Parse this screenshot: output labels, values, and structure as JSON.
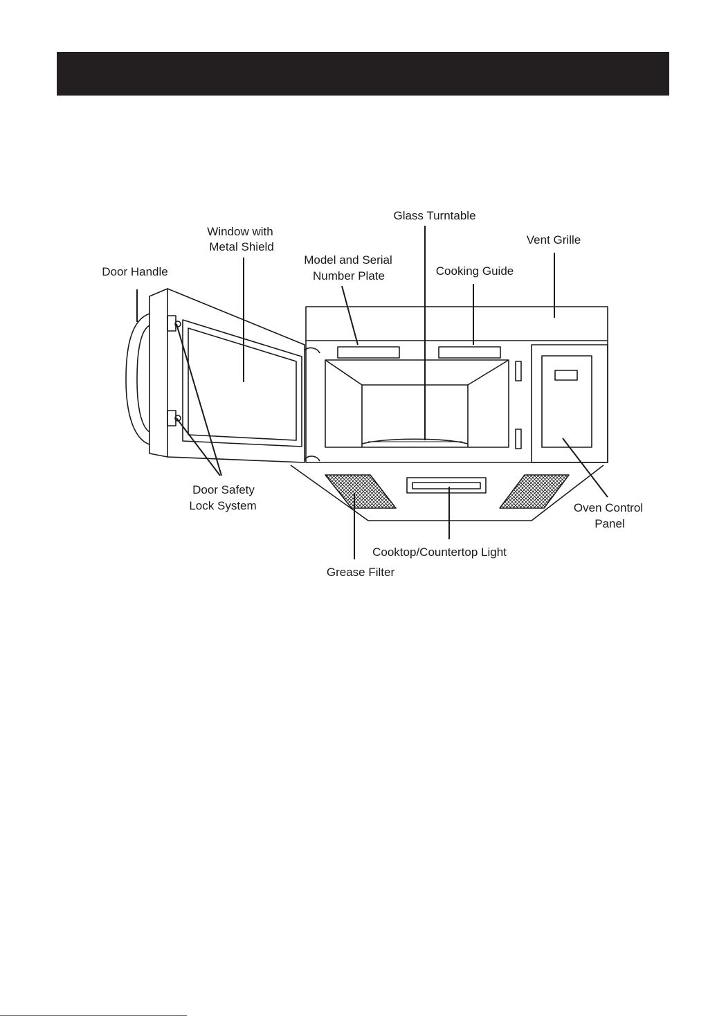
{
  "header": {
    "title": ""
  },
  "labels": {
    "door_handle": "Door Handle",
    "window_line1": "Window with",
    "window_line2": "Metal Shield",
    "model_line1": "Model and Serial",
    "model_line2": "Number Plate",
    "glass_turntable": "Glass Turntable",
    "cooking_guide": "Cooking Guide",
    "vent_grille": "Vent Grille",
    "door_safety_line1": "Door Safety",
    "door_safety_line2": "Lock System",
    "oven_control_line1": "Oven Control",
    "oven_control_line2": "Panel",
    "cooktop_light": "Cooktop/Countertop Light",
    "grease_filter": "Grease Filter"
  },
  "colors": {
    "ink": "#1a1a1a",
    "header": "#231f20"
  }
}
